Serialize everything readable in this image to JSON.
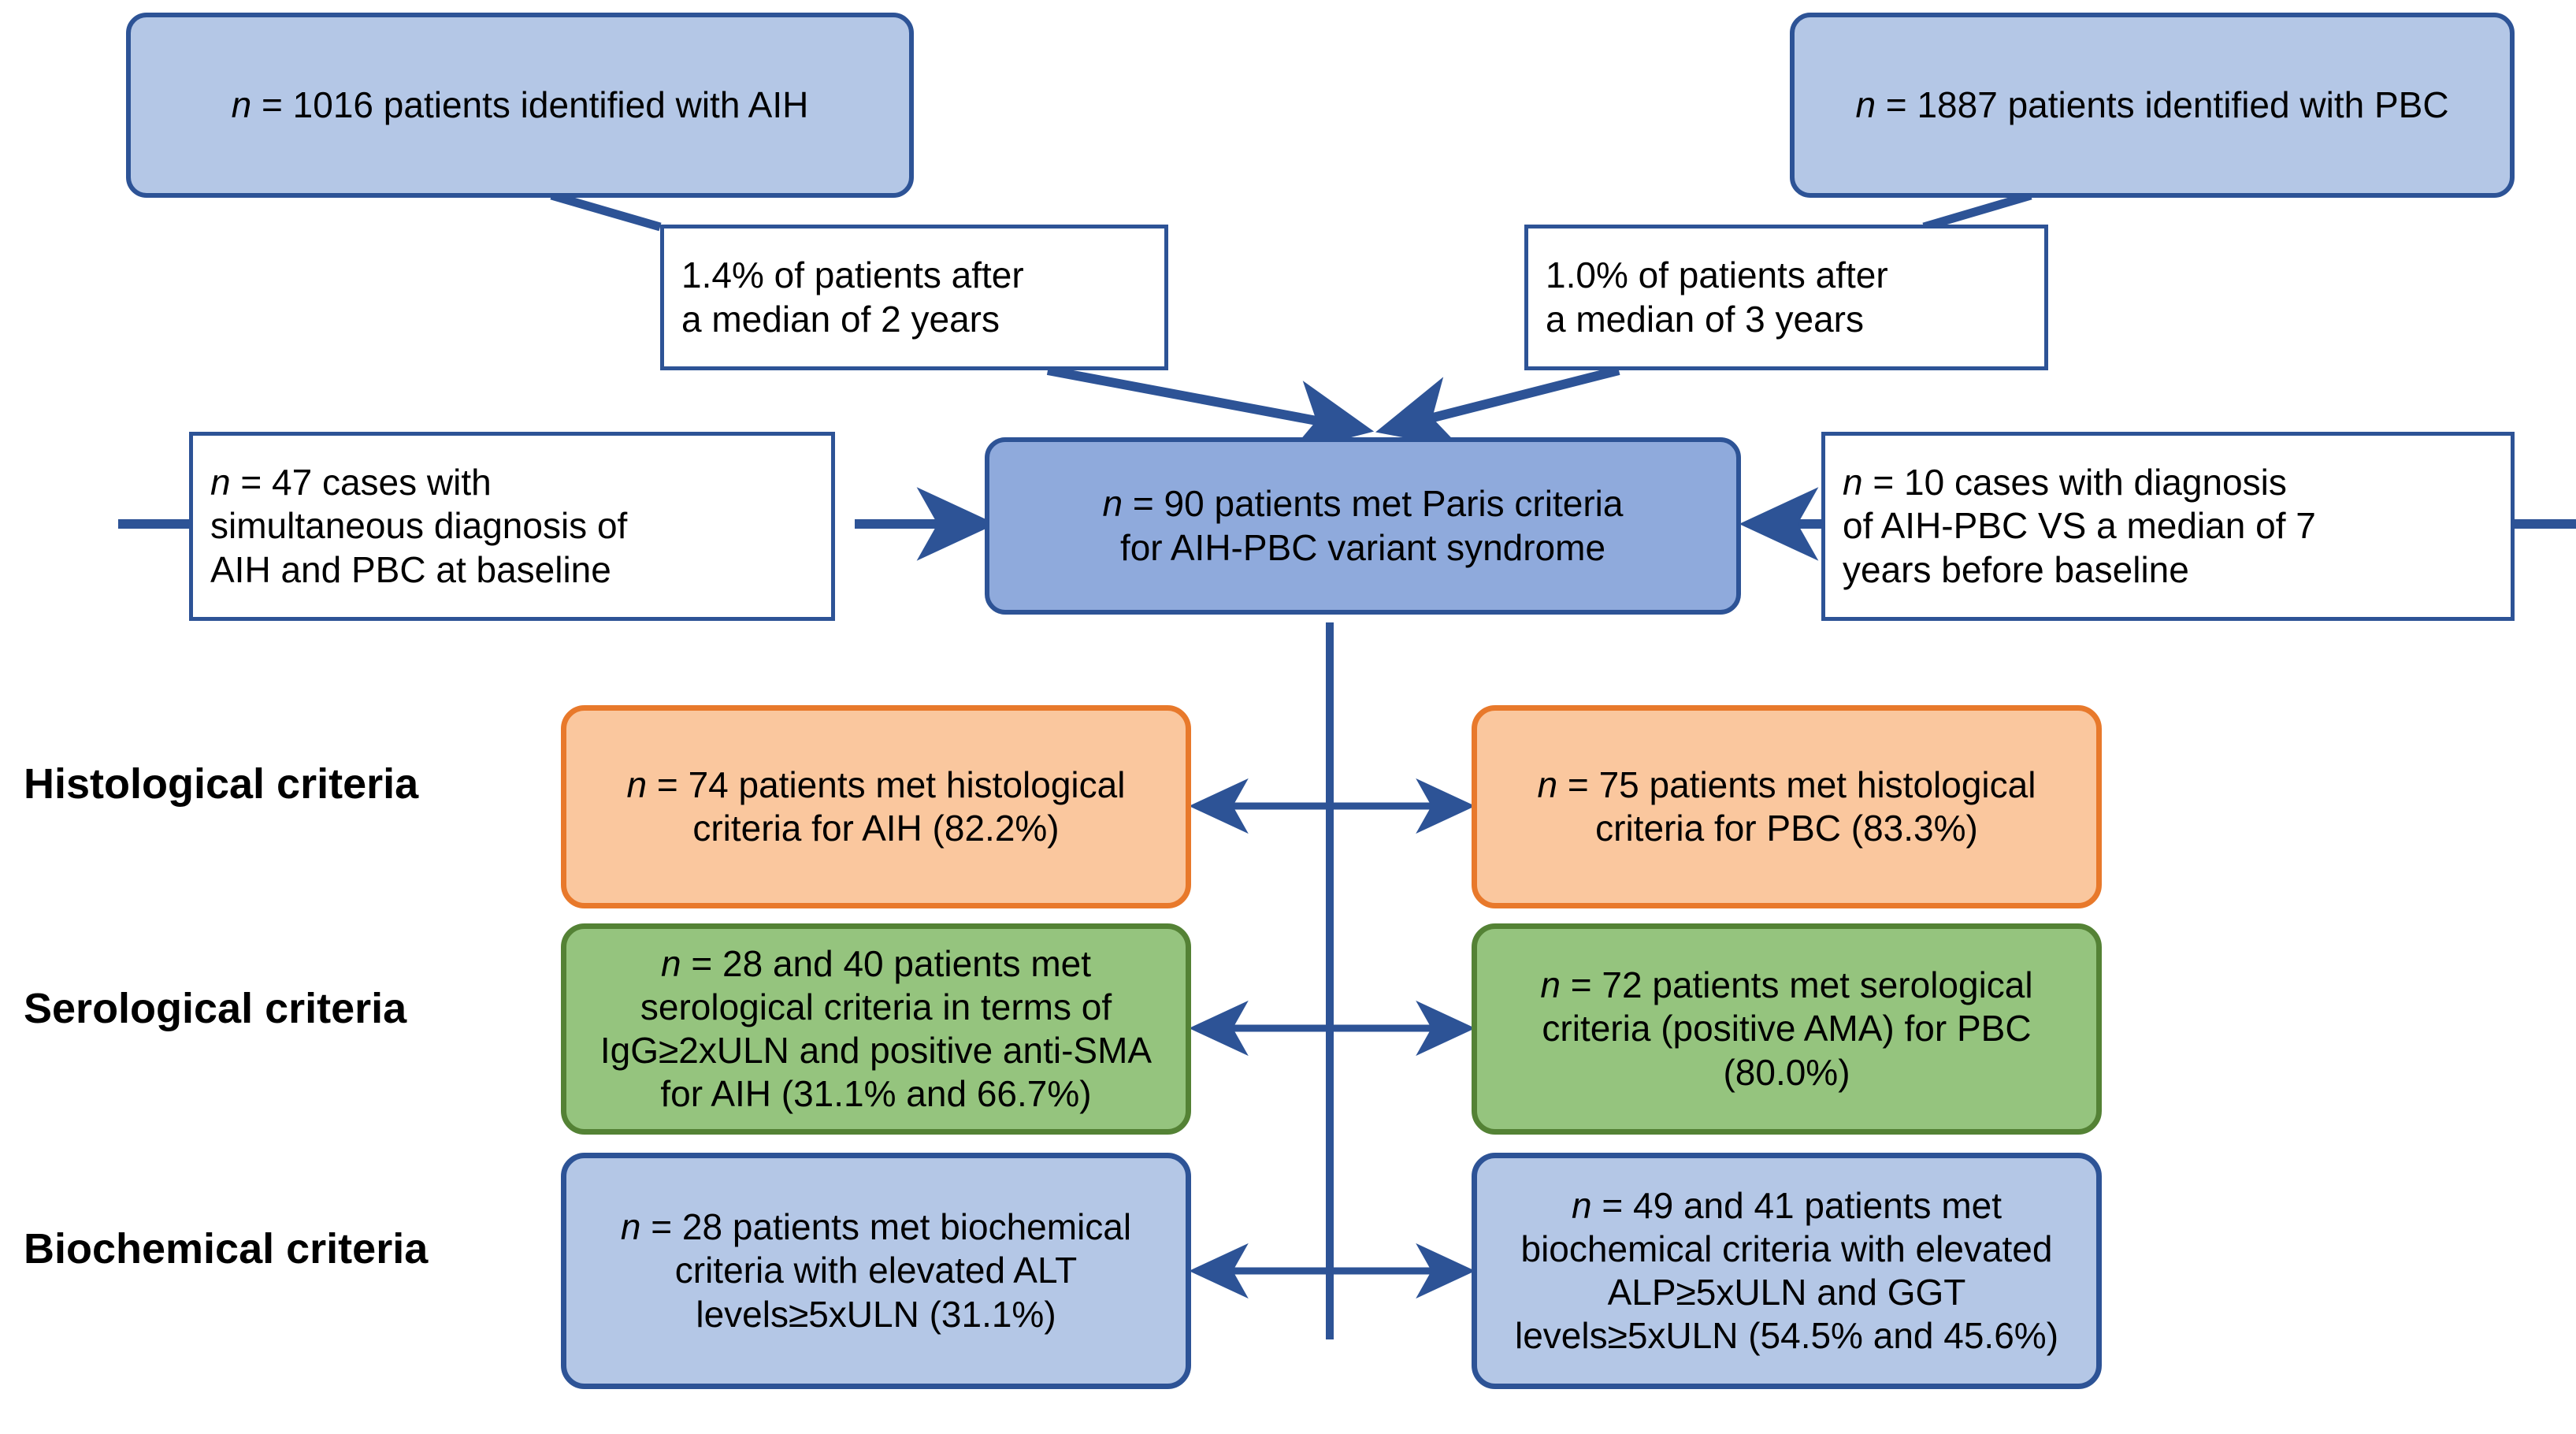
{
  "diagram": {
    "title": "AIH-PBC variant syndrome patient flow",
    "colors": {
      "connector": "#2d5396",
      "blue_light_fill": "#b4c7e6",
      "blue_light_border": "#2d5396",
      "blue_medium_fill": "#8faadc",
      "orange_fill": "#fac79e",
      "orange_border": "#e8792b",
      "green_fill": "#95c47e",
      "green_border": "#548235",
      "white_fill": "#ffffff"
    },
    "top_left_box": {
      "prefix": "n",
      "text": " = 1016 patients identified with AIH"
    },
    "top_right_box": {
      "prefix": "n",
      "text": " = 1887 patients identified with PBC"
    },
    "callout_left": {
      "text": "1.4% of patients after\na median of 2 years"
    },
    "callout_right": {
      "text": "1.0% of patients after\na median of 3 years"
    },
    "left_side_box": {
      "prefix": "n",
      "text": " = 47 cases with\nsimultaneous diagnosis of\nAIH and PBC at baseline"
    },
    "right_side_box": {
      "prefix": "n",
      "text": " = 10 cases with diagnosis\nof AIH-PBC VS a median of 7\nyears before baseline"
    },
    "center_box": {
      "prefix": "n",
      "text": " = 90 patients met Paris criteria\nfor AIH-PBC variant syndrome"
    },
    "row_labels": [
      {
        "label": "Histological criteria"
      },
      {
        "label": "Serological criteria"
      },
      {
        "label": "Biochemical criteria"
      }
    ],
    "criteria_rows": [
      {
        "name": "histological",
        "left": {
          "prefix": "n",
          "text": " = 74 patients met histological criteria for AIH (82.2%)"
        },
        "right": {
          "prefix": "n",
          "text": " = 75 patients met histological criteria for PBC (83.3%)"
        }
      },
      {
        "name": "serological",
        "left": {
          "prefix": "n",
          "text": " = 28 and 40 patients met serological criteria in terms of IgG≥2xULN and positive anti-SMA for AIH (31.1% and 66.7%)"
        },
        "right": {
          "prefix": "n",
          "text": " = 72 patients met serological criteria (positive AMA) for PBC (80.0%)"
        }
      },
      {
        "name": "biochemical",
        "left": {
          "prefix": "n",
          "text": " = 28 patients met biochemical criteria with elevated ALT levels≥5xULN (31.1%)"
        },
        "right": {
          "prefix": "n",
          "text": " = 49 and 41 patients met biochemical criteria with elevated ALP≥5xULN and GGT levels≥5xULN (54.5% and 45.6%)"
        }
      }
    ]
  }
}
